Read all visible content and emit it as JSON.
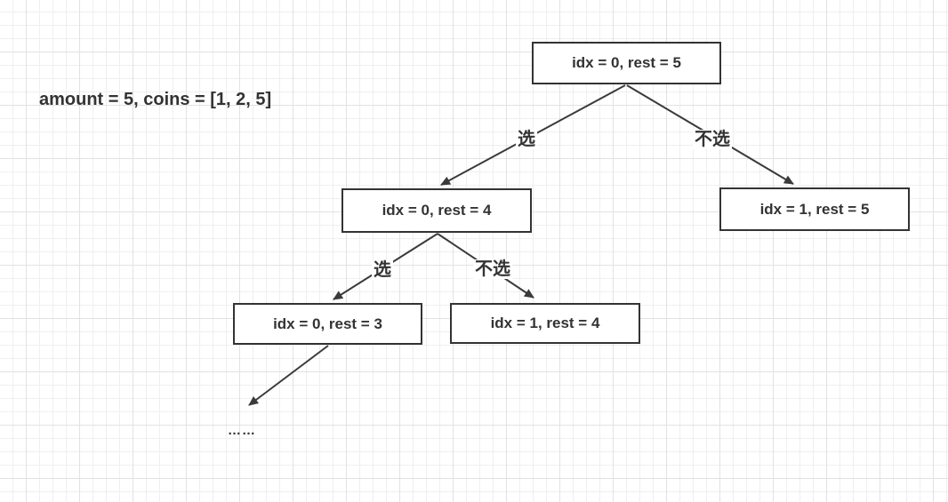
{
  "annotation": {
    "text": "amount = 5, coins = [1, 2, 5]"
  },
  "diagram": {
    "type": "recursion-tree",
    "nodes": [
      {
        "id": "root",
        "label": "idx = 0, rest = 5"
      },
      {
        "id": "pick-1",
        "label": "idx = 0, rest = 4"
      },
      {
        "id": "skip-1",
        "label": "idx = 1, rest = 5"
      },
      {
        "id": "pick-2",
        "label": "idx = 0, rest = 3"
      },
      {
        "id": "skip-2",
        "label": "idx = 1, rest = 4"
      }
    ],
    "edges": [
      {
        "from": "root",
        "to": "pick-1",
        "label": "选"
      },
      {
        "from": "root",
        "to": "skip-1",
        "label": "不选"
      },
      {
        "from": "pick-1",
        "to": "pick-2",
        "label": "选"
      },
      {
        "from": "pick-1",
        "to": "skip-2",
        "label": "不选"
      },
      {
        "from": "pick-2",
        "to": "ellipsis",
        "label": ""
      }
    ],
    "ellipsis": "……"
  },
  "colors": {
    "background": "#ffffff",
    "grid_minor": "#efeff1",
    "grid_major": "#e2e2e5",
    "stroke": "#3a3a3a",
    "text": "#333333"
  }
}
